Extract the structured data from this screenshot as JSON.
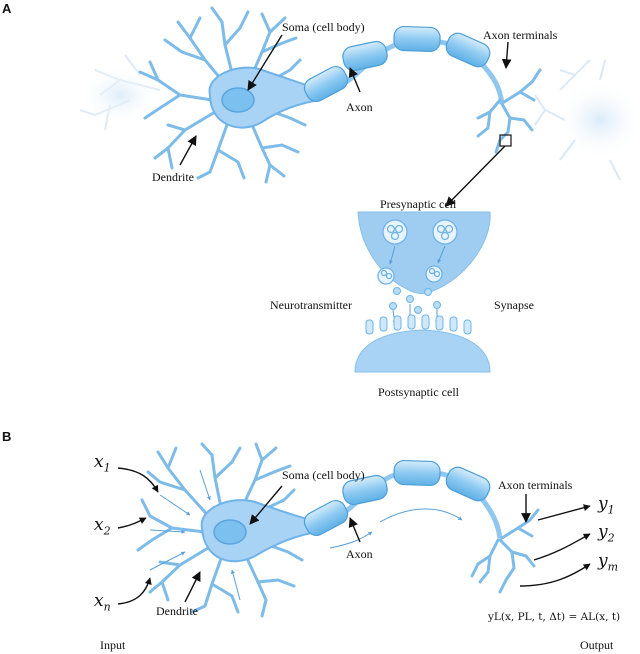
{
  "panel_a": {
    "letter": "A",
    "soma": "Soma (cell body)",
    "axon_terminals": "Axon terminals",
    "axon": "Axon",
    "dendrite": "Dendrite",
    "presynaptic": "Presynaptic cell",
    "neurotransmitter": "Neurotransmitter",
    "synapse": "Synapse",
    "postsynaptic": "Postsynaptic cell"
  },
  "panel_b": {
    "letter": "B",
    "soma": "Soma (cell body)",
    "axon_terminals": "Axon terminals",
    "axon": "Axon",
    "dendrite": "Dendrite",
    "inputs": [
      "x1",
      "x2",
      "xn"
    ],
    "outputs": [
      "y1",
      "y2",
      "ym"
    ],
    "formula": "yL(x, PL, t, Δt) = AL(x, t)",
    "input_label": "Input",
    "output_label": "Output"
  },
  "colors": {
    "cell_fill": "#a9d3f5",
    "cell_stroke": "#6fb3e8",
    "nucleus": "#7cc0f0",
    "ghost": "#dcebf7"
  }
}
